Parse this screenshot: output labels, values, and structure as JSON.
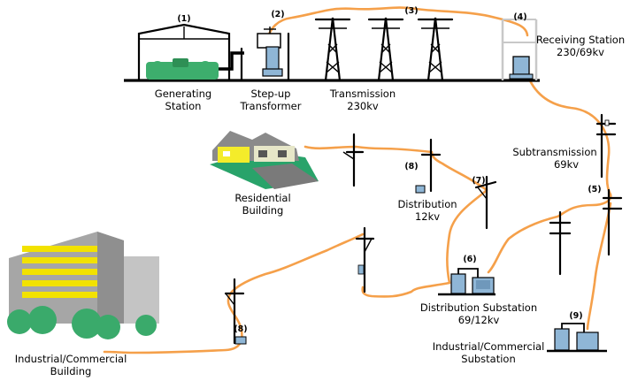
{
  "colors": {
    "wire": "#f5a04a",
    "building_yellow": "#f2e200",
    "building_gray": "#a6a6a6",
    "tree_green": "#3aaa6b",
    "lawn_green": "#29a36a",
    "house_yellow": "#f4ec2a",
    "transformer_blue": "#8fb6d6",
    "generator_green": "#3dae6d",
    "ground": "#000000"
  },
  "steps": {
    "s1": "(1)",
    "s2": "(2)",
    "s3": "(3)",
    "s4": "(4)",
    "s5": "(5)",
    "s6": "(6)",
    "s7": "(7)",
    "s8a": "(8)",
    "s8b": "(8)",
    "s9": "(9)"
  },
  "labels": {
    "generating_station": [
      "Generating",
      "Station"
    ],
    "stepup_transformer": [
      "Step-up",
      "Transformer"
    ],
    "transmission": [
      "Transmission",
      "230kv"
    ],
    "receiving_station": [
      "Receiving Station",
      "230/69kv"
    ],
    "subtransmission": [
      "Subtransmission",
      "69kv"
    ],
    "residential_building": [
      "Residential",
      "Building"
    ],
    "distribution": [
      "Distribution",
      "12kv"
    ],
    "distribution_substation": [
      "Distribution Substation",
      "69/12kv"
    ],
    "industrial_commercial_substation": [
      "Industrial/Commercial",
      "Substation"
    ],
    "industrial_commercial_building": [
      "Industrial/Commercial",
      "Building"
    ]
  }
}
